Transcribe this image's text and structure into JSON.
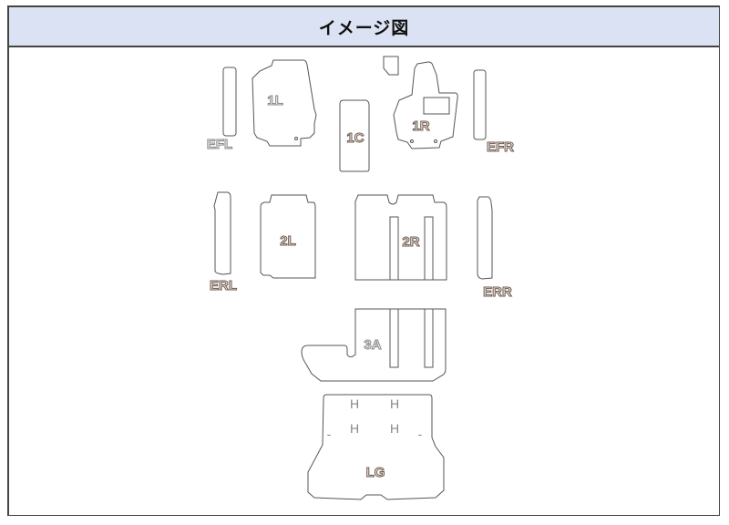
{
  "header": {
    "title": "イメージ図"
  },
  "mats": {
    "efl": "EFL",
    "l1": "1L",
    "c1": "1C",
    "r1": "1R",
    "efr": "EFR",
    "erl": "ERL",
    "l2": "2L",
    "r2": "2R",
    "err": "ERR",
    "a3": "3A",
    "lg": "LG"
  },
  "marks": {
    "hook": "H",
    "dash": "-"
  }
}
